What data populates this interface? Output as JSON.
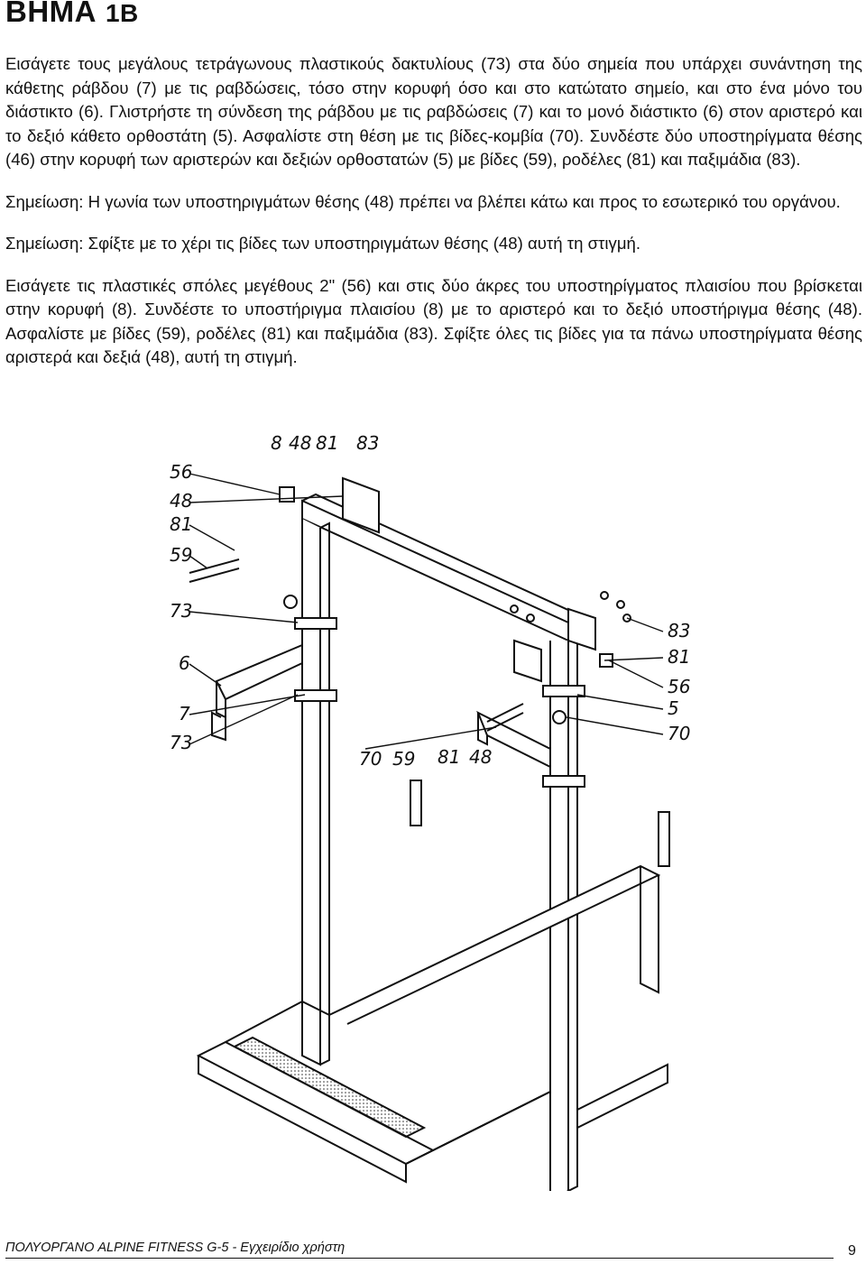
{
  "header": {
    "title": "ΒΗΜΑ",
    "step": "1B"
  },
  "body": {
    "p1": "Εισάγετε τους μεγάλους τετράγωνους πλαστικούς δακτυλίους (73) στα δύο σημεία που υπάρχει συνάντηση της κάθετης ράβδου (7) με τις ραβδώσεις, τόσο στην κορυφή όσο και στο κατώτατο σημείο, και στο ένα μόνο του διάστικτο (6). Γλιστρήστε τη σύνδεση της ράβδου με τις ραβδώσεις (7) και το μονό διάστικτο (6) στον αριστερό και το δεξιό κάθετο ορθοστάτη (5). Ασφαλίστε στη θέση με τις βίδες-κομβία (70). Συνδέστε δύο υποστηρίγματα θέσης (46) στην κορυφή των αριστερών και δεξιών ορθοστατών (5) με βίδες (59), ροδέλες (81) και παξιμάδια (83).",
    "note1": "Σημείωση: Η γωνία των υποστηριγμάτων θέσης (48) πρέπει να βλέπει κάτω και προς το εσωτερικό του οργάνου.",
    "note2": "Σημείωση: Σφίξτε με το χέρι τις βίδες των υποστηριγμάτων θέσης (48) αυτή τη στιγμή.",
    "p2": "Εισάγετε τις πλαστικές σπόλες μεγέθους 2\" (56) και στις δύο άκρες του υποστηρίγματος πλαισίου που βρίσκεται στην κορυφή (8). Συνδέστε το υποστήριγμα πλαισίου (8) με το αριστερό και το δεξιό υποστήριγμα θέσης (48). Ασφαλίστε με βίδες (59), ροδέλες (81) και παξιμάδια (83). Σφίξτε όλες τις βίδες για τα πάνω υποστηρίγματα θέσης αριστερά και δεξιά (48), αυτή τη στιγμή."
  },
  "figure": {
    "top_callouts": [
      "8",
      "48",
      "81",
      "83"
    ],
    "left_callouts": [
      "56",
      "48",
      "81",
      "59",
      "73",
      "6",
      "7",
      "73"
    ],
    "right_callouts": [
      "83",
      "81",
      "56",
      "5",
      "70"
    ],
    "bottom_callouts": [
      "70",
      "59",
      "81",
      "48"
    ]
  },
  "footer": {
    "text": "ΠΟΛΥΟΡΓΑΝΟ ALPINE FITNESS G-5 - Εγχειρίδιο χρήστη",
    "page": "9"
  }
}
